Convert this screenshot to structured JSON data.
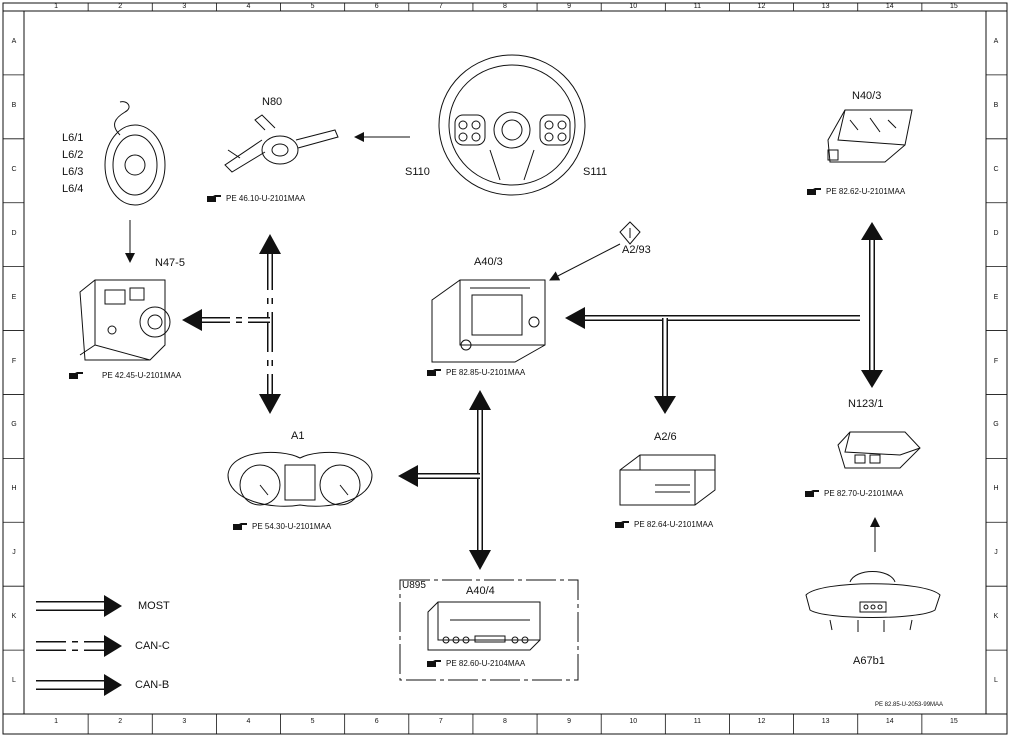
{
  "grid": {
    "columns": [
      "1",
      "2",
      "3",
      "4",
      "5",
      "6",
      "7",
      "8",
      "9",
      "10",
      "11",
      "12",
      "13",
      "14",
      "15"
    ],
    "rows": [
      "A",
      "B",
      "C",
      "D",
      "E",
      "F",
      "G",
      "H",
      "J",
      "K",
      "L"
    ]
  },
  "components": {
    "l6": {
      "labels": [
        "L6/1",
        "L6/2",
        "L6/3",
        "L6/4"
      ]
    },
    "n80": {
      "label": "N80",
      "ref": "PE 46.10-U-2101MAA"
    },
    "s110": {
      "label": "S110"
    },
    "s111": {
      "label": "S111"
    },
    "n40_3": {
      "label": "N40/3",
      "ref": "PE 82.62-U-2101MAA"
    },
    "n47_5": {
      "label": "N47-5",
      "ref": "PE 42.45-U-2101MAA"
    },
    "a40_3": {
      "label": "A40/3",
      "ref": "PE 82.85-U-2101MAA"
    },
    "a2_93": {
      "label": "A2/93"
    },
    "n123_1": {
      "label": "N123/1",
      "ref": "PE 82.70-U-2101MAA"
    },
    "a1": {
      "label": "A1",
      "ref": "PE 54.30-U-2101MAA"
    },
    "a2_6": {
      "label": "A2/6",
      "ref": "PE 82.64-U-2101MAA"
    },
    "u895": {
      "label": "U895"
    },
    "a40_4": {
      "label": "A40/4",
      "ref": "PE 82.60-U-2104MAA"
    },
    "a67b1": {
      "label": "A67b1"
    }
  },
  "legend": {
    "most": "MOST",
    "can_c": "CAN-C",
    "can_b": "CAN-B"
  },
  "doc_number": "PE 82.85-U-2053-99MAA",
  "colors": {
    "line": "#111111",
    "background": "#ffffff"
  }
}
